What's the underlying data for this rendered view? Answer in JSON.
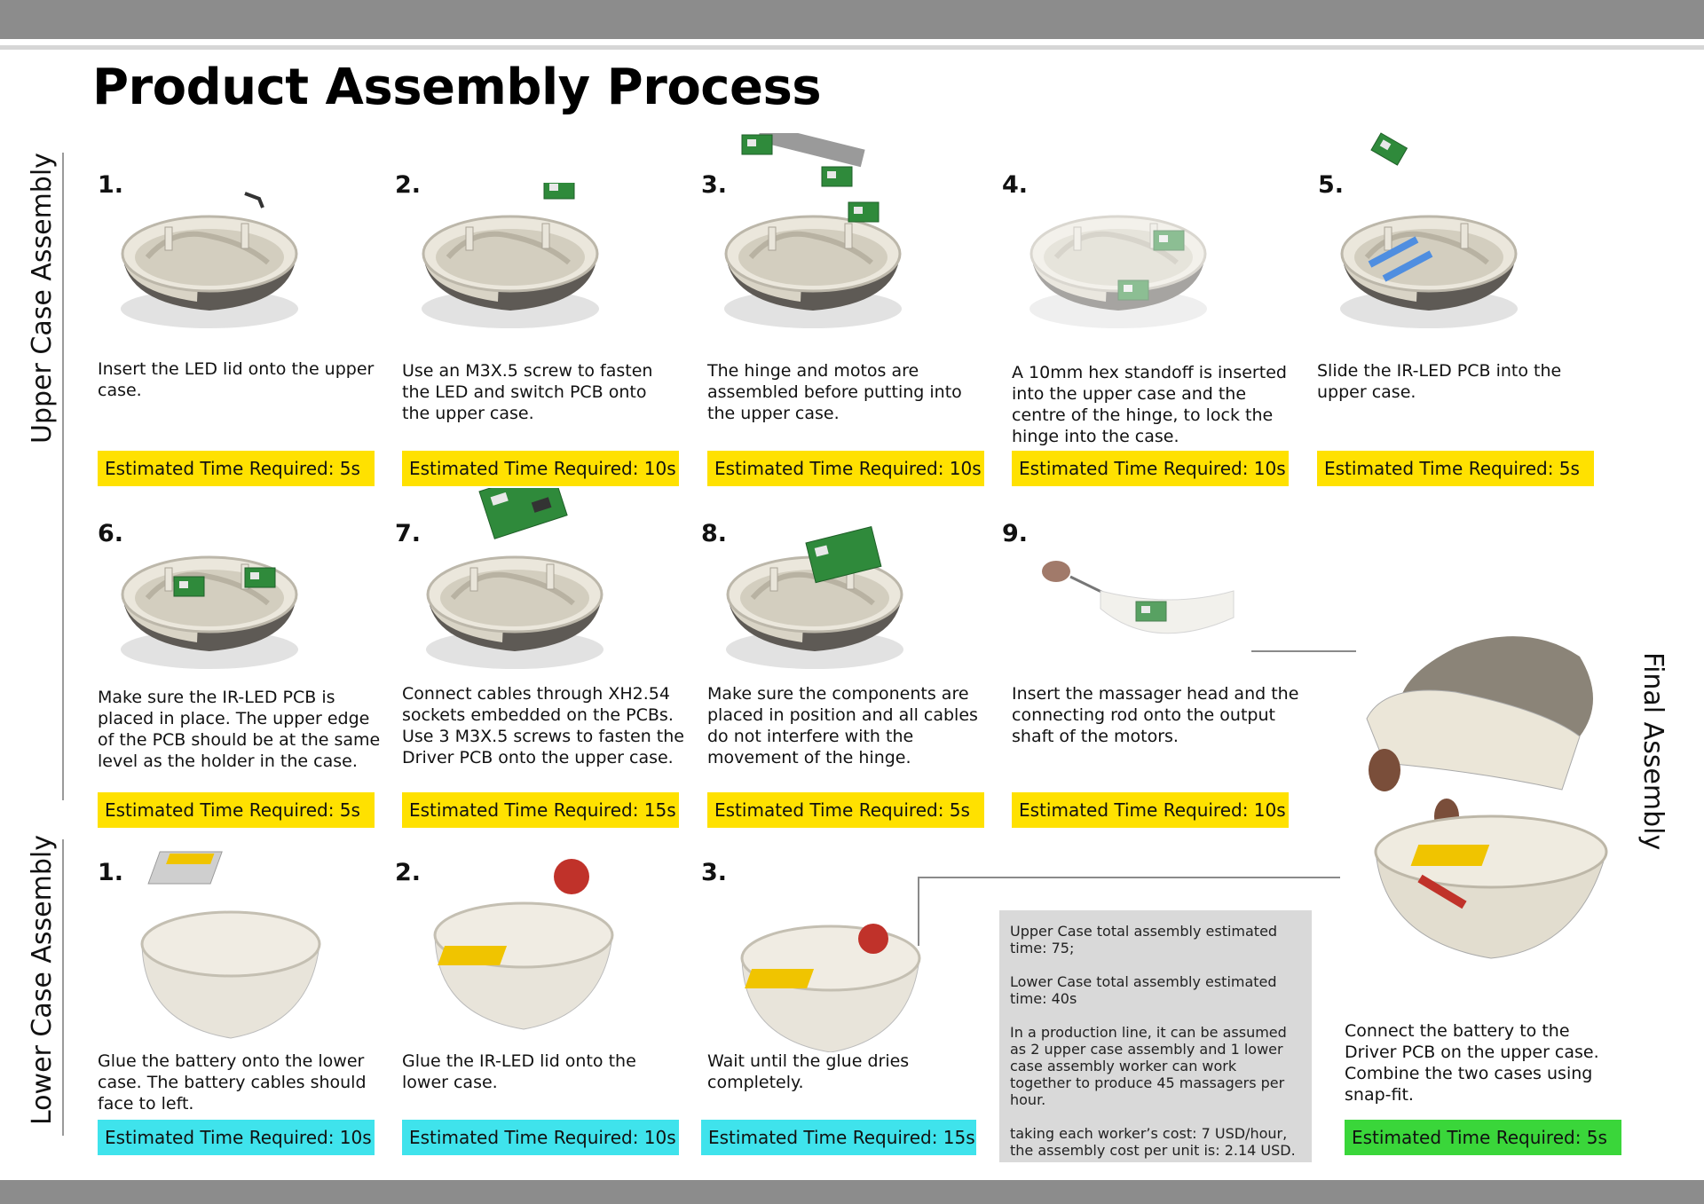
{
  "title": "Product Assembly Process",
  "sections": {
    "upper": "Upper Case Assembly",
    "lower": "Lower Case Assembly",
    "final": "Final Assembly"
  },
  "upper_steps": [
    {
      "num": "1.",
      "text": "Insert the LED lid onto the upper case.",
      "time": "Estimated Time Required: 5s"
    },
    {
      "num": "2.",
      "text": "Use an M3X.5 screw to fasten the LED and switch PCB onto the upper case.",
      "time": "Estimated Time Required: 10s"
    },
    {
      "num": "3.",
      "text": "The hinge and motos are assembled before putting into the upper case.",
      "time": "Estimated Time Required: 10s"
    },
    {
      "num": "4.",
      "text": "A 10mm hex standoff is inserted into the upper case and the centre of the hinge, to lock the hinge into the case.",
      "time": "Estimated Time Required: 10s"
    },
    {
      "num": "5.",
      "text": "Slide the IR-LED PCB into the upper case.",
      "time": "Estimated Time Required: 5s"
    },
    {
      "num": "6.",
      "text": "Make sure the IR-LED PCB is placed in place. The upper edge of the PCB should be at the same level as the holder in the case.",
      "time": "Estimated Time Required: 5s"
    },
    {
      "num": "7.",
      "text": "Connect cables through XH2.54 sockets embedded on the PCBs. Use 3 M3X.5 screws to fasten the Driver PCB onto the upper case.",
      "time": "Estimated Time Required: 15s"
    },
    {
      "num": "8.",
      "text": "Make sure the components are placed in position and all cables do not interfere with the movement of the hinge.",
      "time": "Estimated Time Required: 5s"
    },
    {
      "num": "9.",
      "text": "Insert the massager head and the connecting rod onto the output shaft of the motors.",
      "time": "Estimated Time Required: 10s"
    }
  ],
  "lower_steps": [
    {
      "num": "1.",
      "text": "Glue the battery onto the lower case. The battery cables should face to left.",
      "time": "Estimated Time Required: 10s"
    },
    {
      "num": "2.",
      "text": "Glue the IR-LED lid onto the lower case.",
      "time": "Estimated Time Required: 10s"
    },
    {
      "num": "3.",
      "text": "Wait until the glue dries completely.",
      "time": "Estimated Time Required: 15s"
    }
  ],
  "summary": [
    "Upper Case total assembly estimated time: 75;",
    "Lower Case total assembly estimated time: 40s",
    "In a production line, it can be assumed as 2 upper case assembly and 1 lower case assembly worker can work together to produce 45 massagers per hour.",
    "taking each worker’s cost: 7 USD/hour, the assembly cost per unit is: 2.14 USD."
  ],
  "final": {
    "text": "Connect the battery to the Driver PCB on the upper case. Combine the two cases using snap-fit.",
    "time": "Estimated Time Required: 5s"
  },
  "colors": {
    "upper_badge": "#ffe100",
    "lower_badge": "#3fe3ec",
    "final_badge": "#3ad63a",
    "bar": "#8c8c8c"
  }
}
